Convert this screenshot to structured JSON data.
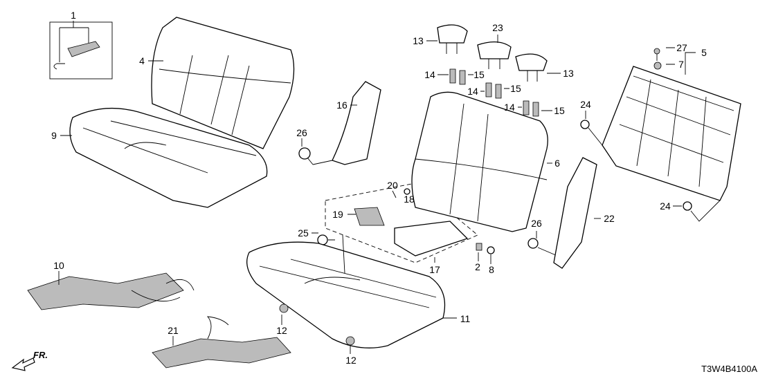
{
  "diagram_code": "T3W4B4100A",
  "direction_label": "FR.",
  "callouts": [
    {
      "id": "c1",
      "text": "1"
    },
    {
      "id": "c4",
      "text": "4"
    },
    {
      "id": "c9",
      "text": "9"
    },
    {
      "id": "c10",
      "text": "10"
    },
    {
      "id": "c21",
      "text": "21"
    },
    {
      "id": "c26a",
      "text": "26"
    },
    {
      "id": "c16",
      "text": "16"
    },
    {
      "id": "c20",
      "text": "20"
    },
    {
      "id": "c18",
      "text": "18"
    },
    {
      "id": "c19",
      "text": "19"
    },
    {
      "id": "c25",
      "text": "25"
    },
    {
      "id": "c17",
      "text": "17"
    },
    {
      "id": "c12a",
      "text": "12"
    },
    {
      "id": "c12b",
      "text": "12"
    },
    {
      "id": "c11",
      "text": "11"
    },
    {
      "id": "c13a",
      "text": "13"
    },
    {
      "id": "c23",
      "text": "23"
    },
    {
      "id": "c14a",
      "text": "14"
    },
    {
      "id": "c15a",
      "text": "15"
    },
    {
      "id": "c14b",
      "text": "14"
    },
    {
      "id": "c15b",
      "text": "15"
    },
    {
      "id": "c14c",
      "text": "14"
    },
    {
      "id": "c15c",
      "text": "15"
    },
    {
      "id": "c13b",
      "text": "13"
    },
    {
      "id": "c6",
      "text": "6"
    },
    {
      "id": "c2",
      "text": "2"
    },
    {
      "id": "c8",
      "text": "8"
    },
    {
      "id": "c26b",
      "text": "26"
    },
    {
      "id": "c22",
      "text": "22"
    },
    {
      "id": "c27",
      "text": "27"
    },
    {
      "id": "c7",
      "text": "7"
    },
    {
      "id": "c5",
      "text": "5"
    },
    {
      "id": "c24a",
      "text": "24"
    },
    {
      "id": "c24b",
      "text": "24"
    }
  ]
}
